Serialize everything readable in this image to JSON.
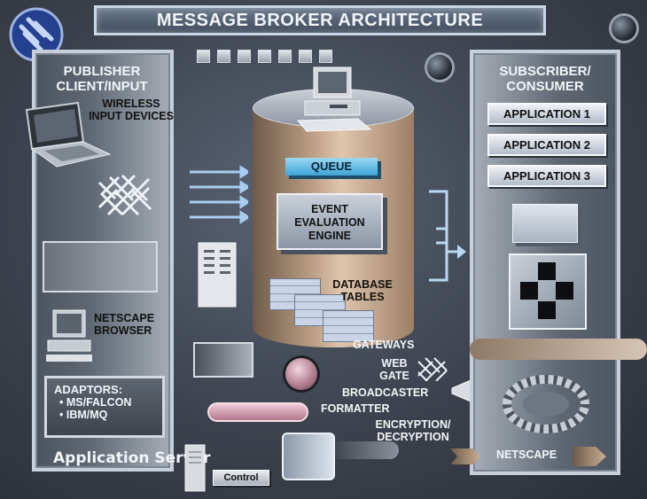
{
  "title": "MESSAGE BROKER ARCHITECTURE",
  "publisher": {
    "heading_line1": "PUBLISHER",
    "heading_line2": "CLIENT/INPUT",
    "wireless_line1": "WIRELESS",
    "wireless_line2": "INPUT DEVICES",
    "netscape_line1": "NETSCAPE",
    "netscape_line2": "BROWSER",
    "adaptors_title": "ADAPTORS:",
    "adaptors": [
      "• MS/FALCON",
      "• IBM/MQ"
    ]
  },
  "subscriber": {
    "heading_line1": "SUBSCRIBER/",
    "heading_line2": "CONSUMER",
    "applications": [
      "APPLICATION 1",
      "APPLICATION 2",
      "APPLICATION 3"
    ],
    "netscape": "NETSCAPE"
  },
  "broker": {
    "queue": "QUEUE",
    "engine_line1": "EVENT",
    "engine_line2": "EVALUATION",
    "engine_line3": "ENGINE",
    "db_line1": "DATABASE",
    "db_line2": "TABLES"
  },
  "services": {
    "gateways": "GATEWAYS",
    "webgate_line1": "WEB",
    "webgate_line2": "GATE",
    "broadcaster": "BROADCASTER",
    "formatter": "FORMATTER",
    "encryption_line1": "ENCRYPTION/",
    "encryption_line2": "DECRYPTION"
  },
  "footer": {
    "app_server": "Application Server",
    "control": "Control"
  },
  "colors": {
    "accent_blue": "#3fa6d8",
    "arrow_blue": "#9cc3ea",
    "cylinder": "#b79a80"
  }
}
